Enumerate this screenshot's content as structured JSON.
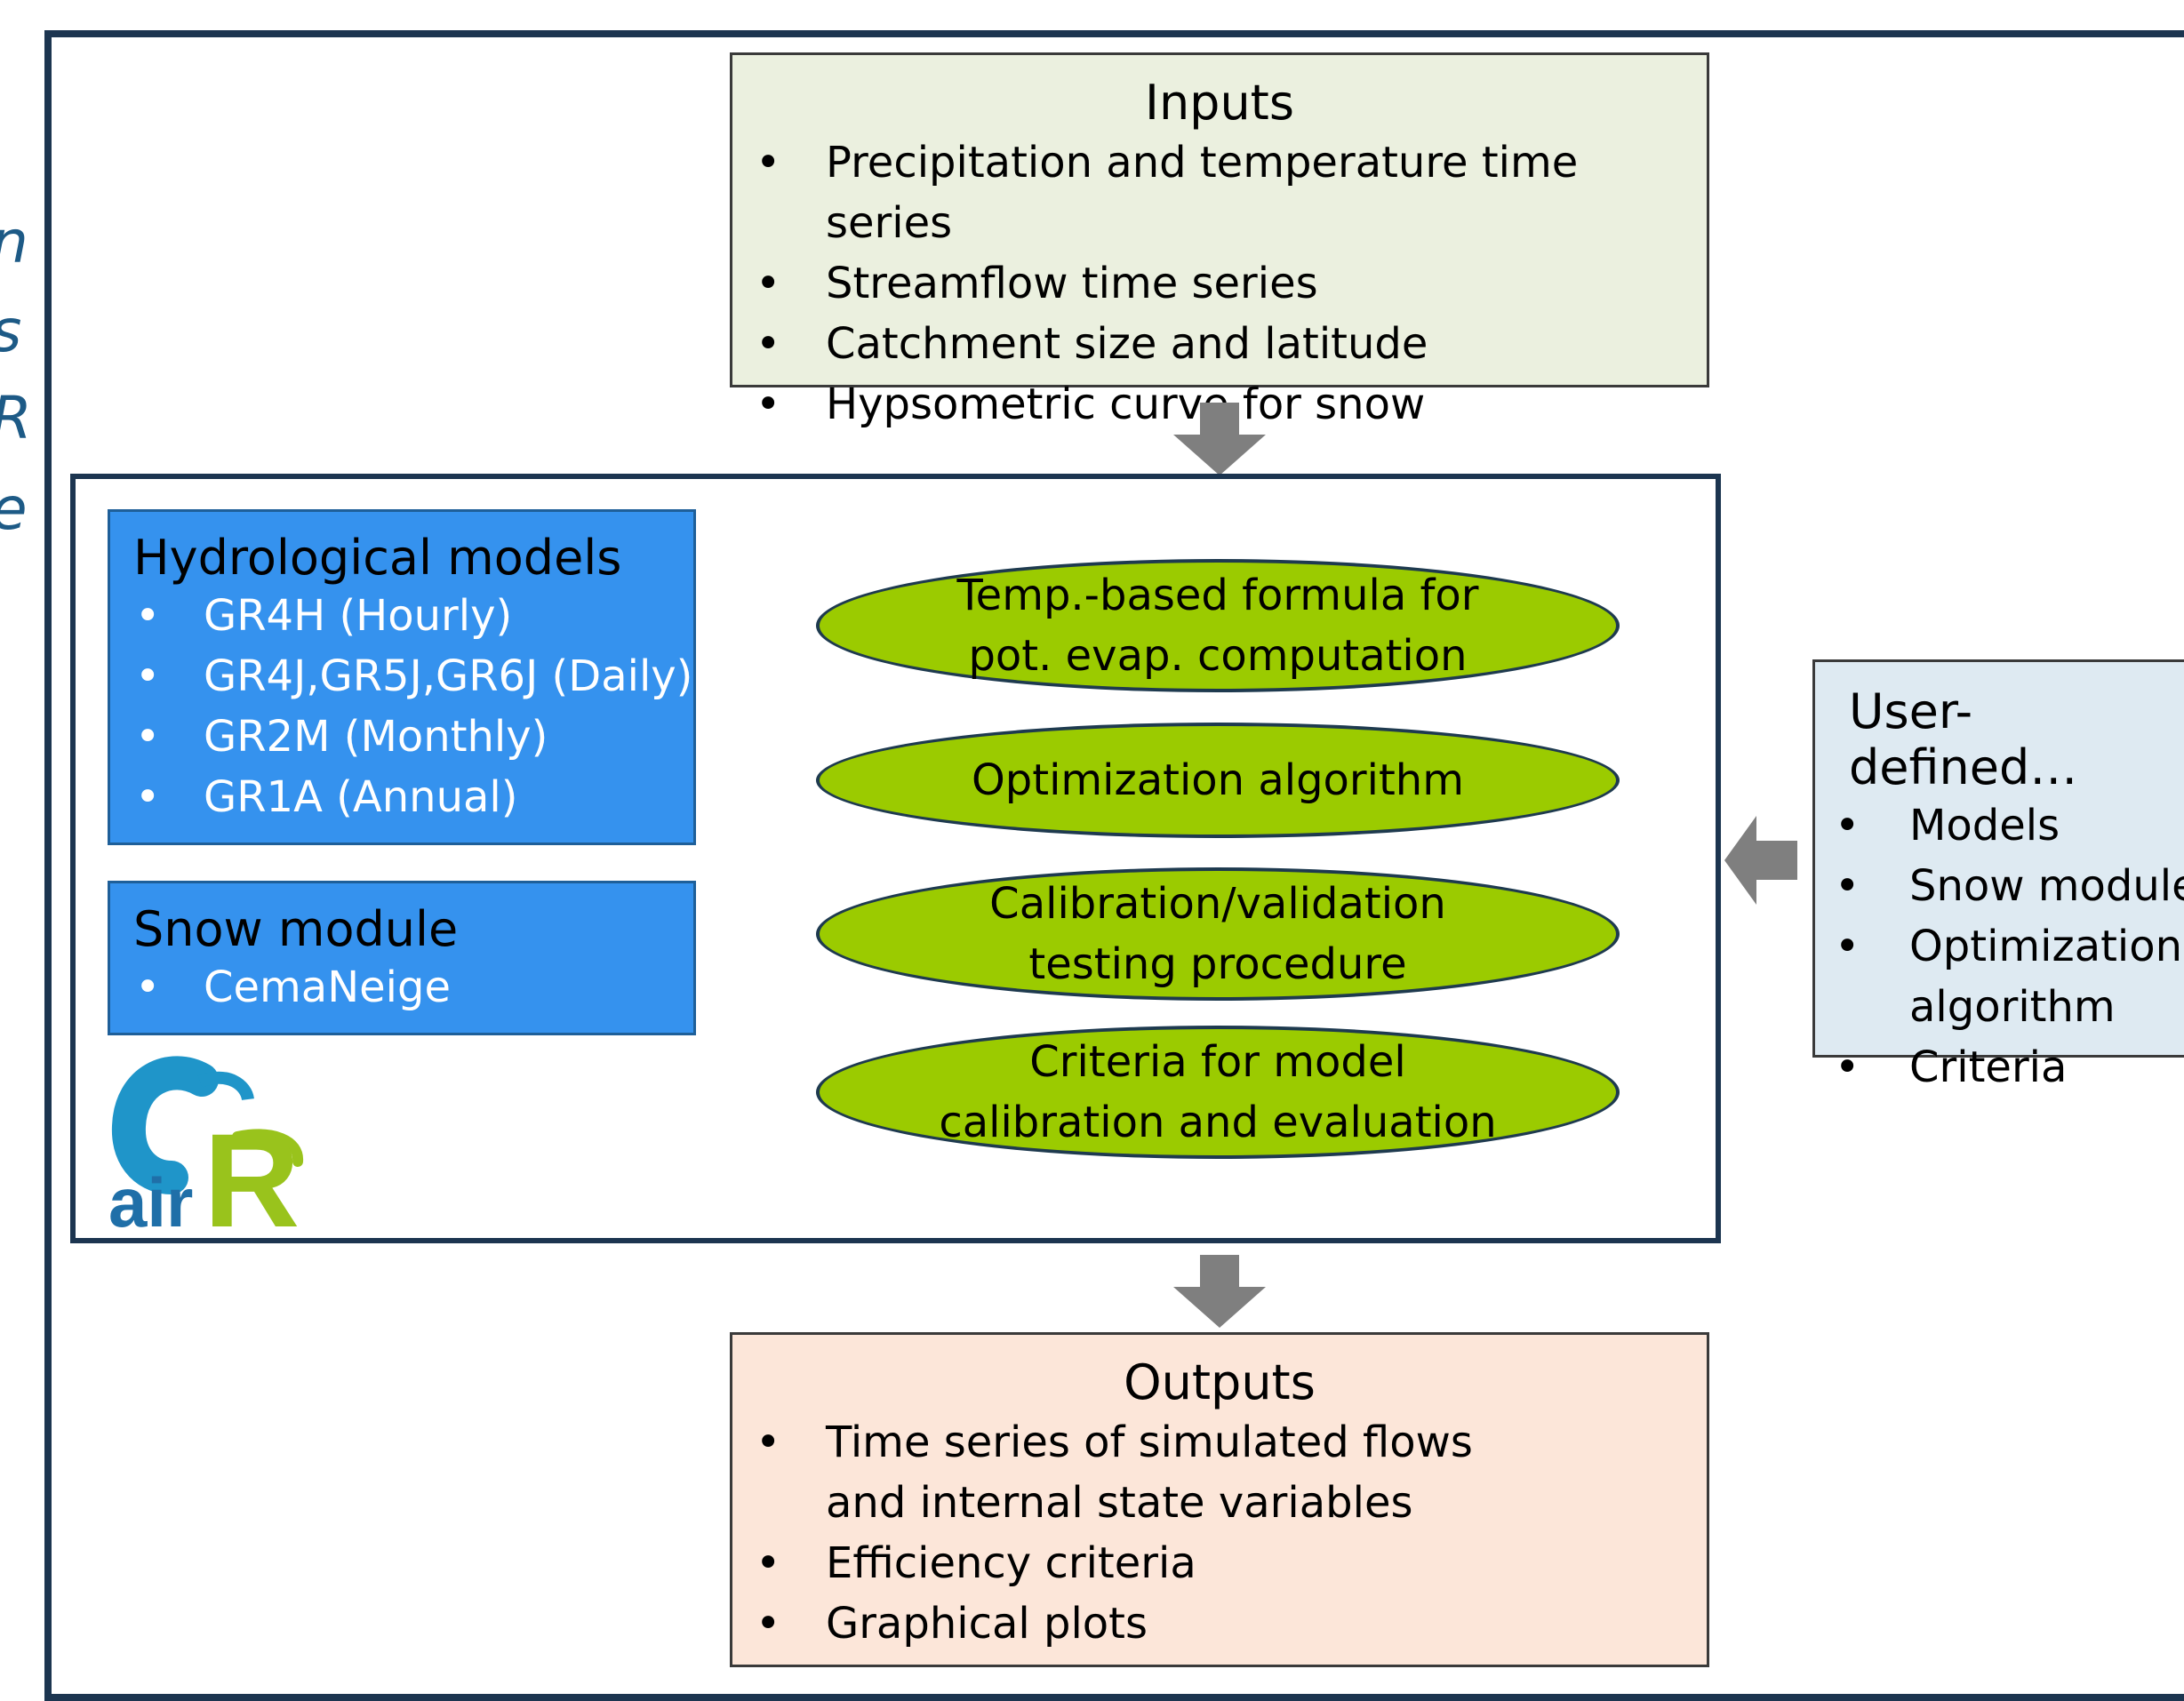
{
  "left_margin_text": [
    "n",
    "s",
    "R",
    "e"
  ],
  "inputs": {
    "title": "Inputs",
    "items": [
      "Precipitation and temperature time series",
      "Streamflow time series",
      "Catchment size and latitude",
      "Hypsometric curve for snow"
    ]
  },
  "hydrological_models": {
    "title": "Hydrological models",
    "items": [
      "GR4H (Hourly)",
      "GR4J,GR5J,GR6J (Daily)",
      "GR2M (Monthly)",
      "GR1A (Annual)"
    ]
  },
  "snow_module": {
    "title": "Snow module",
    "items": [
      "CemaNeige"
    ]
  },
  "logo": {
    "text_air": "air",
    "text_r": "R"
  },
  "ellipses": [
    [
      "Temp.-based formula for",
      "pot. evap. computation"
    ],
    [
      "Optimization algorithm"
    ],
    [
      "Calibration/validation",
      "testing procedure"
    ],
    [
      "Criteria for model",
      "calibration and evaluation"
    ]
  ],
  "user_defined": {
    "title": "User-defined…",
    "items": [
      "Models",
      "Snow module",
      "Optimization algorithm",
      "Criteria"
    ]
  },
  "outputs": {
    "title": "Outputs",
    "items": [
      "Time series of simulated flows and internal state variables",
      "Efficiency criteria",
      "Graphical plots"
    ]
  },
  "bullet": "•",
  "colors": {
    "frame": "#1c3550",
    "inputs_bg": "#ebf0df",
    "outputs_bg": "#fce6d9",
    "model_box_bg": "#3592ee",
    "ellipse_fill": "#9bcb00",
    "user_bg": "#deeaf2",
    "arrow": "#7f7f7f",
    "logo_blue": "#1f95c9",
    "logo_green": "#99c31c"
  }
}
